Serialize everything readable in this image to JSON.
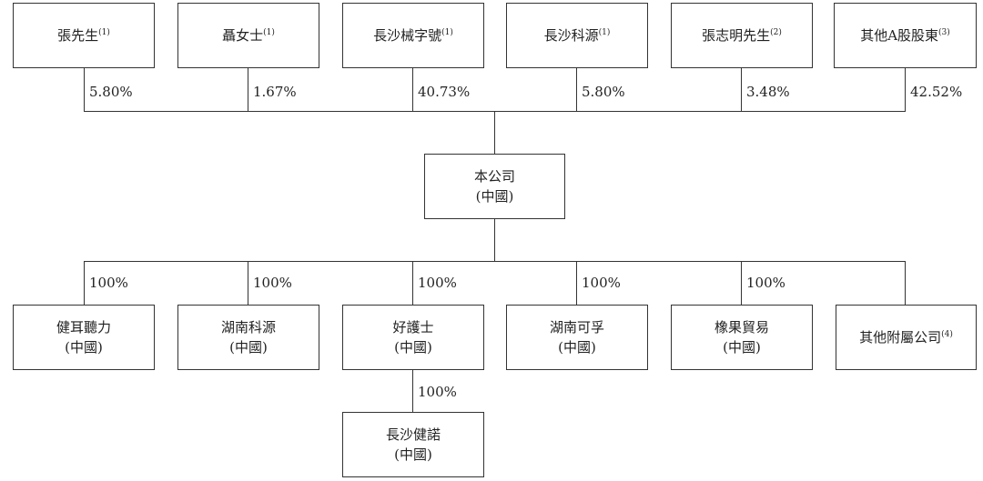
{
  "shareholders": [
    {
      "name": "張先生",
      "note": "(1)",
      "pct": "5.80%"
    },
    {
      "name": "聶女士",
      "note": "(1)",
      "pct": "1.67%"
    },
    {
      "name": "長沙械字號",
      "note": "(1)",
      "pct": "40.73%"
    },
    {
      "name": "長沙科源",
      "note": "(1)",
      "pct": "5.80%"
    },
    {
      "name": "張志明先生",
      "note": "(2)",
      "pct": "3.48%"
    },
    {
      "name": "其他A股股東",
      "note": "(3)",
      "pct": "42.52%"
    }
  ],
  "company": {
    "name": "本公司",
    "region": "(中國)"
  },
  "subsidiaries": [
    {
      "name": "健耳聽力",
      "region": "(中國)",
      "pct": "100%"
    },
    {
      "name": "湖南科源",
      "region": "(中國)",
      "pct": "100%"
    },
    {
      "name": "好護士",
      "region": "(中國)",
      "pct": "100%"
    },
    {
      "name": "湖南可孚",
      "region": "(中國)",
      "pct": "100%"
    },
    {
      "name": "橡果貿易",
      "region": "(中國)",
      "pct": "100%"
    },
    {
      "name": "其他附屬公司",
      "note": "(4)"
    }
  ],
  "sub_subsidiary": {
    "name": "長沙健諾",
    "region": "(中國)",
    "pct": "100%"
  }
}
